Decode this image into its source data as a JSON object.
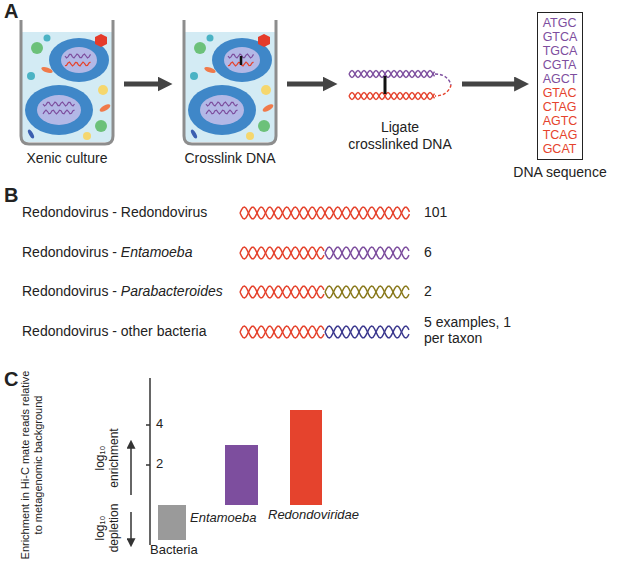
{
  "diagram": {
    "nodes": [
      {
        "text": [
          "Xenic culture"
        ]
      },
      {
        "text": [
          "Crosslink DNA"
        ]
      },
      {
        "text": [
          "Ligate crosslinked DNA"
        ]
      },
      {
        "text": [
          "ATGC GTCA TGCA CGTA AGCT",
          "GTAC CTAG AGTC TCAG GCAT",
          "DNA sequence"
        ]
      }
    ],
    "edges": [
      {
        "from": 0,
        "to": 1,
        "arrow": "to"
      },
      {
        "from": 1,
        "to": 2,
        "arrow": "to"
      },
      {
        "from": 2,
        "to": 3,
        "arrow": "to"
      }
    ],
    "labels": [
      "A",
      "B",
      "Redondovirus - Redondovirus",
      "101",
      "Redondovirus - Entamoeba",
      "6",
      "Redondovirus - Parabacteroides",
      "2",
      "Redondovirus - other bacteria",
      "5 examples, 1 per taxon",
      "C",
      "Enrichment in Hi-C mate reads relative to metagenomic background",
      "log₁₀ enrichment",
      "log₁₀ depletion",
      "4",
      "2",
      "Bacteria",
      "Entamoeba",
      "Redondoviridae"
    ]
  }
}
